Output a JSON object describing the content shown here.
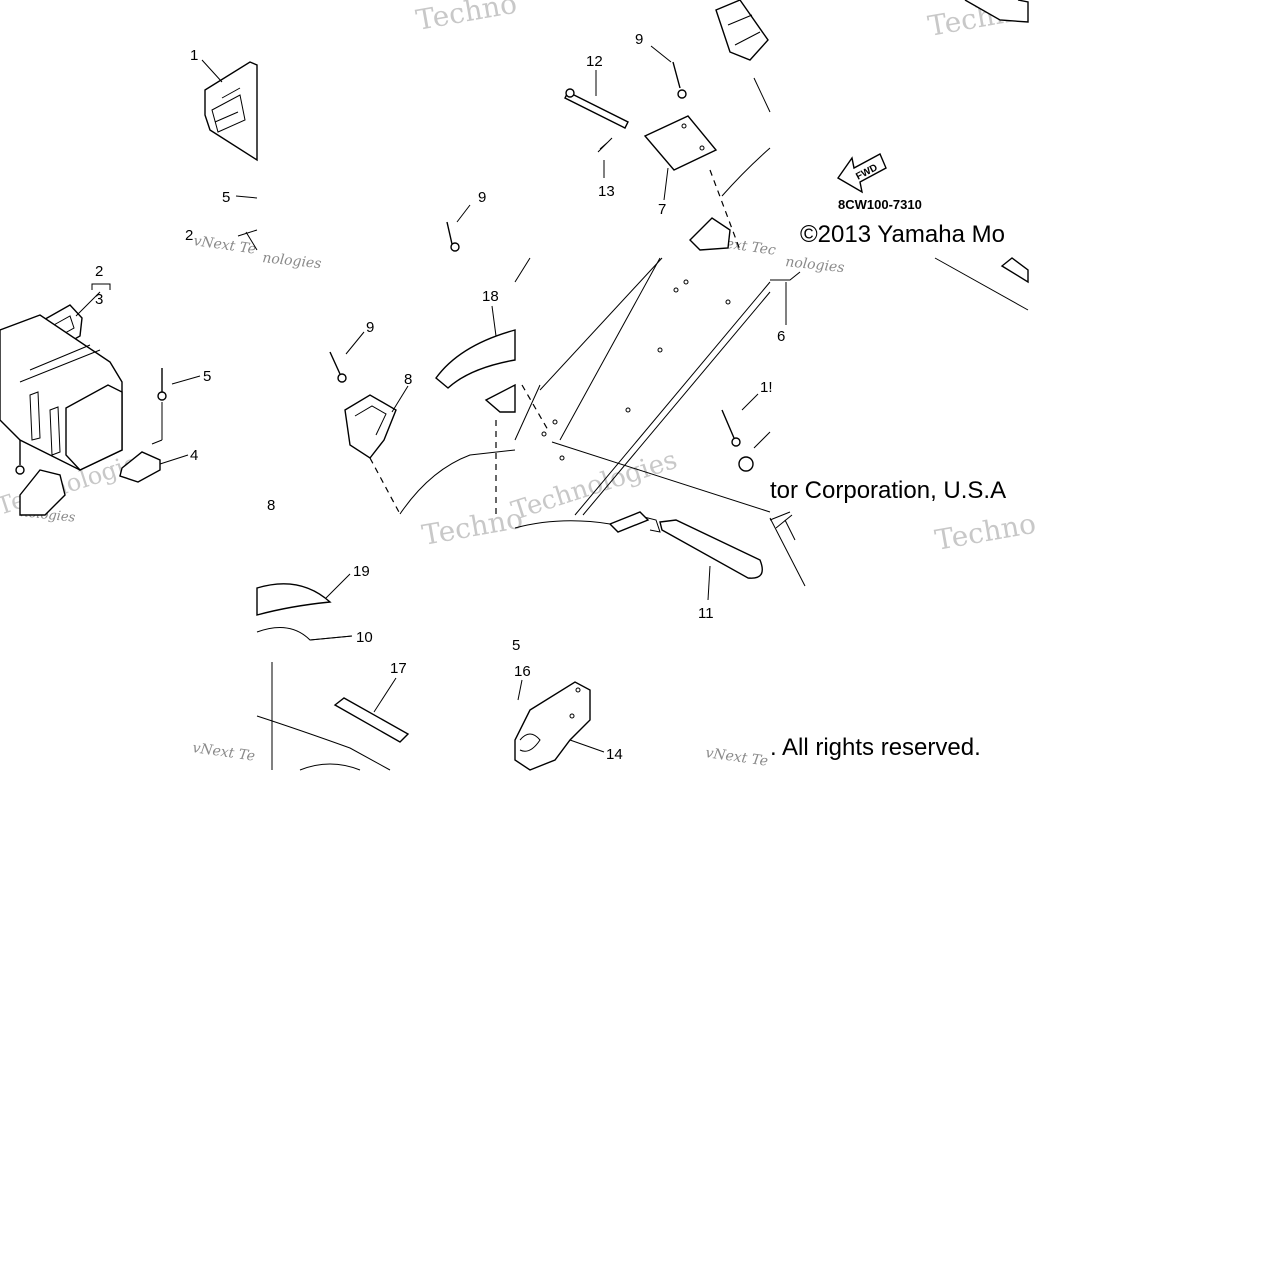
{
  "diagram": {
    "part_code": "8CW100-7310",
    "fwd_label": "FWD",
    "copyright_line1": "©2013 Yamaha Mo",
    "copyright_line2": "tor Corporation, U.S.A",
    "copyright_line3": ". All rights reserved.",
    "watermarks": {
      "brand": "Techno",
      "brand_alt": "Technologies",
      "vnext": "vNext Te",
      "vnext_alt": "vNext Tec",
      "nologies": "nologies"
    },
    "callouts": [
      {
        "id": "c1",
        "text": "1"
      },
      {
        "id": "c5a",
        "text": "5"
      },
      {
        "id": "c2a",
        "text": "2"
      },
      {
        "id": "c2b",
        "text": "2"
      },
      {
        "id": "c3",
        "text": "3"
      },
      {
        "id": "c5b",
        "text": "5"
      },
      {
        "id": "c4",
        "text": "4"
      },
      {
        "id": "c8a",
        "text": "8"
      },
      {
        "id": "c9a",
        "text": "9"
      },
      {
        "id": "c12",
        "text": "12"
      },
      {
        "id": "c13",
        "text": "13"
      },
      {
        "id": "c7",
        "text": "7"
      },
      {
        "id": "c9b",
        "text": "9"
      },
      {
        "id": "c18",
        "text": "18"
      },
      {
        "id": "c9c",
        "text": "9"
      },
      {
        "id": "c8b",
        "text": "8"
      },
      {
        "id": "c6",
        "text": "6"
      },
      {
        "id": "c15a",
        "text": "1!"
      },
      {
        "id": "c11",
        "text": "11"
      },
      {
        "id": "c19",
        "text": "19"
      },
      {
        "id": "c10",
        "text": "10"
      },
      {
        "id": "c17",
        "text": "17"
      },
      {
        "id": "c5c",
        "text": "5"
      },
      {
        "id": "c16",
        "text": "16"
      },
      {
        "id": "c14",
        "text": "14"
      }
    ]
  }
}
